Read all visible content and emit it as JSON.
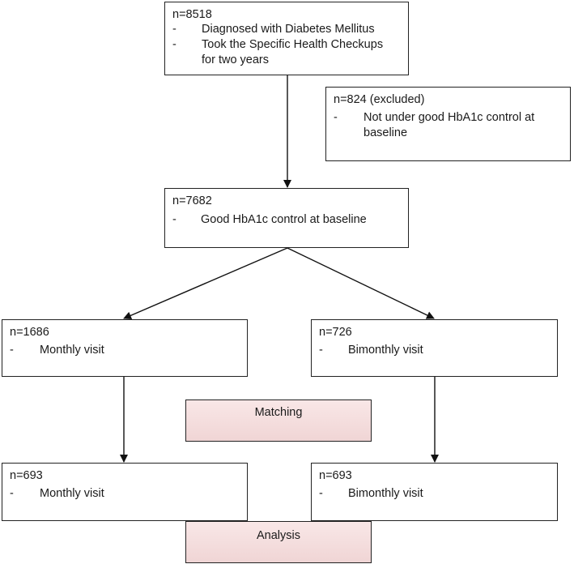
{
  "top_box": {
    "n": "n=8518",
    "items": [
      "Diagnosed with Diabetes Mellitus",
      "Took the Specific Health Checkups",
      "for two years"
    ]
  },
  "excluded_box": {
    "n": "n=824 (excluded)",
    "items": [
      "Not under good HbA1c control at",
      "baseline"
    ]
  },
  "middle_box": {
    "n": "n=7682",
    "items": [
      "Good HbA1c control at baseline"
    ]
  },
  "left_box": {
    "n": "n=1686",
    "items": [
      "Monthly visit"
    ]
  },
  "right_box": {
    "n": "n=726",
    "items": [
      "Bimonthly visit"
    ]
  },
  "matching": "Matching",
  "left_bottom_box": {
    "n": "n=693",
    "items": [
      "Monthly visit"
    ]
  },
  "right_bottom_box": {
    "n": "n=693",
    "items": [
      "Bimonthly visit"
    ]
  },
  "analysis": "Analysis",
  "bullet": "-"
}
